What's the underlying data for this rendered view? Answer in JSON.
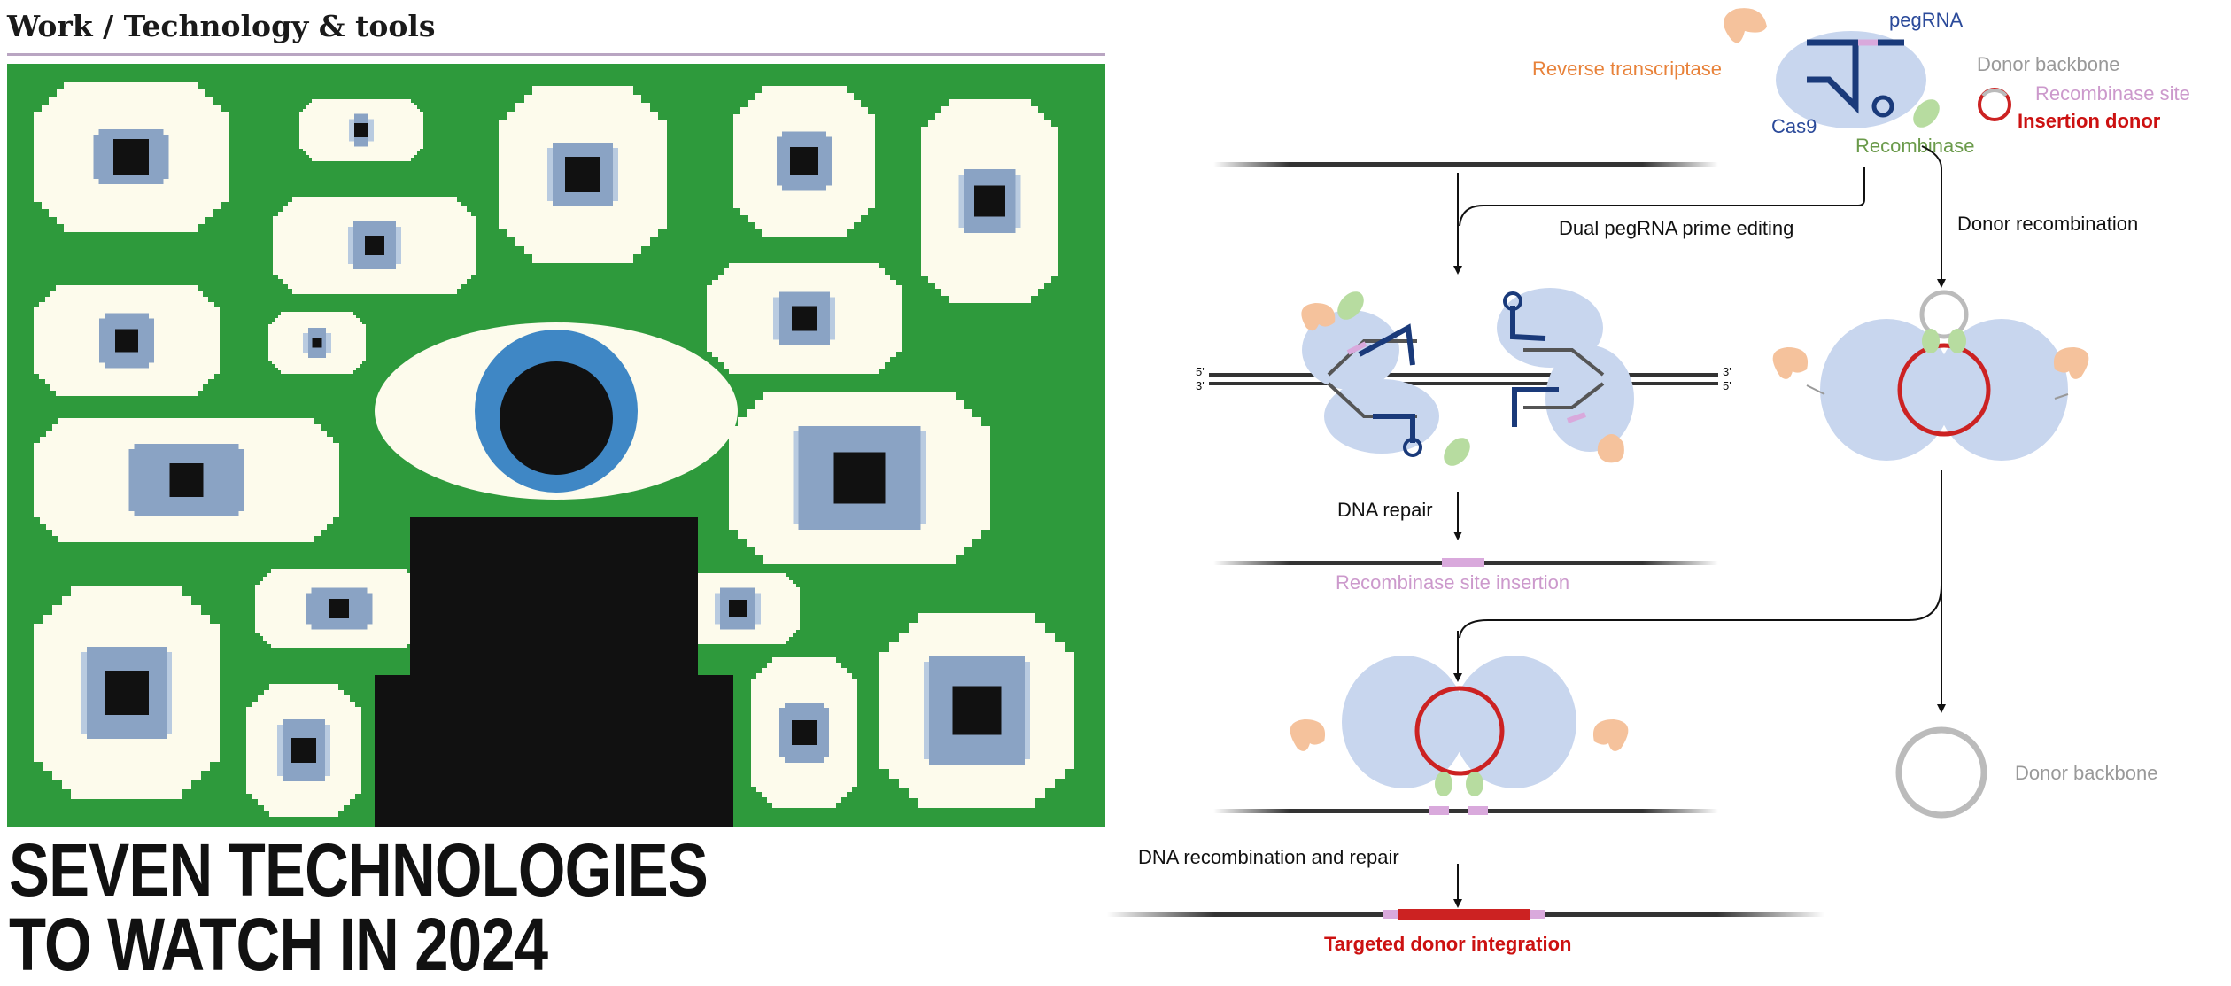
{
  "header": {
    "section_label": "Work / Technology & tools"
  },
  "headline": {
    "line1": "SEVEN TECHNOLOGIES",
    "line2": "TO WATCH IN 2024"
  },
  "illustration": {
    "description_icon": "eyes-illustration-icon",
    "colors": {
      "background": "#2e9a3c",
      "eye_white": "#fdfbec",
      "iris_grey": "#8aa3c4",
      "iris_light": "#b9cbe0",
      "iris_blue": "#3f87c5",
      "pupil": "#111111"
    }
  },
  "diagram": {
    "legend": {
      "pegrna": "pegRNA",
      "reverse_transcriptase": "Reverse transcriptase",
      "cas9": "Cas9",
      "recombinase": "Recombinase",
      "donor_backbone": "Donor backbone",
      "recombinase_site": "Recombinase site",
      "insertion_donor": "Insertion donor"
    },
    "steps": {
      "dual_pegrna": "Dual  pegRNA  prime editing",
      "donor_recombination": "Donor recombination",
      "dna_repair": "DNA repair",
      "site_insertion": "Recombinase site insertion",
      "recombination_repair": "DNA recombination and repair",
      "targeted_integration": "Targeted  donor integration",
      "donor_backbone_result": "Donor backbone"
    },
    "strand_labels": {
      "left_top": "5'",
      "left_bottom": "3'",
      "right_top": "3'",
      "right_bottom": "5'"
    },
    "colors": {
      "cas9": "#c8d6ee",
      "rt": "#f5c29c",
      "recombinase": "#b7dca0",
      "pegrna": "#1a3a7a",
      "site": "#d9a9dc",
      "donor": "#cc2222",
      "backbone": "#bbbbbb",
      "orange_text": "#e8823a",
      "blue_text": "#2b4a9a",
      "green_text": "#6a9a4a",
      "pink_text": "#cc99cc",
      "red_text": "#cc1111",
      "grey_text": "#999999"
    }
  }
}
